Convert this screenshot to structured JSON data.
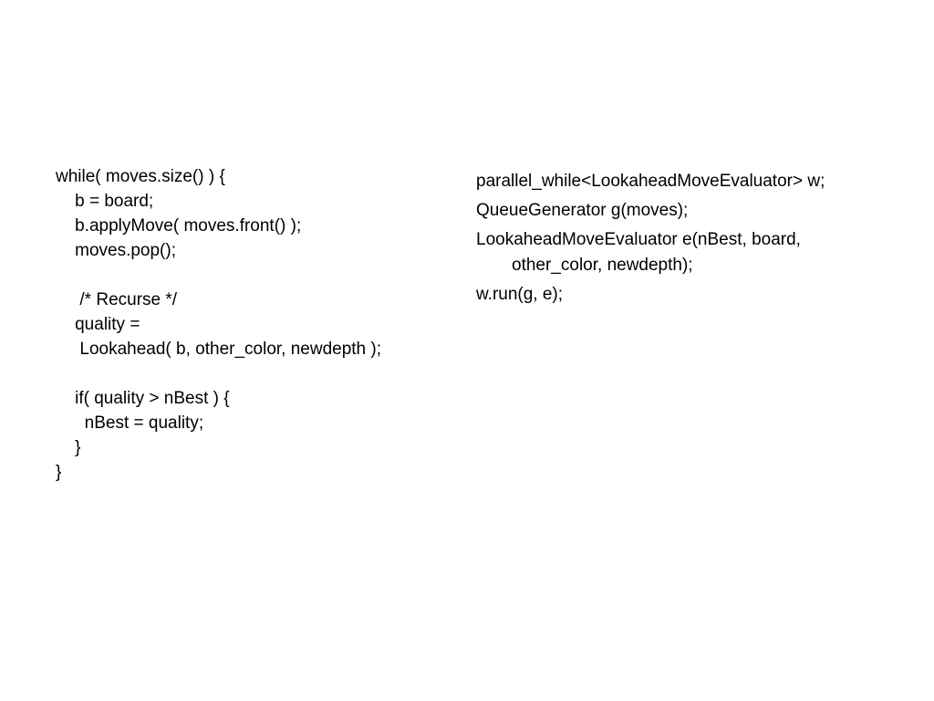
{
  "left_code": {
    "lines": [
      "while( moves.size() ) {",
      "    b = board;",
      "    b.applyMove( moves.front() );",
      "    moves.pop();",
      "",
      "     /* Recurse */",
      "    quality =",
      "     Lookahead( b, other_color, newdepth );",
      "",
      "    if( quality > nBest ) {",
      "      nBest = quality;",
      "    }",
      "}"
    ]
  },
  "right_code": {
    "stmt1": "parallel_while<LookaheadMoveEvaluator> w;",
    "stmt2": "QueueGenerator g(moves);",
    "stmt3_main": "LookaheadMoveEvaluator e(nBest, board,",
    "stmt3_cont": "other_color, newdepth);",
    "stmt4": "w.run(g, e);"
  }
}
